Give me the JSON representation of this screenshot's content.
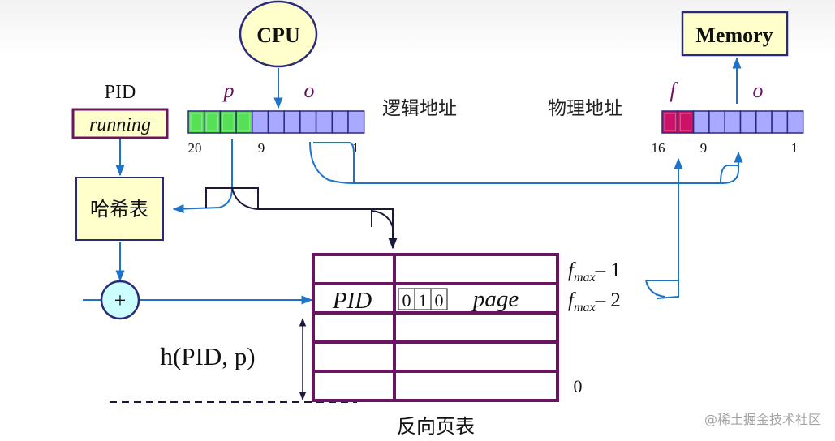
{
  "cpu": {
    "label": "CPU"
  },
  "memory": {
    "label": "Memory"
  },
  "pid_register": {
    "label": "PID",
    "value": "running"
  },
  "logical_address": {
    "title": "逻辑地址",
    "p_label": "p",
    "o_label": "o",
    "bit_left": "20",
    "bit_mid": "9",
    "bit_right": "1"
  },
  "physical_address": {
    "title": "物理地址",
    "f_label": "f",
    "o_label": "o",
    "bit_left": "16",
    "bit_mid": "9",
    "bit_right": "1"
  },
  "hash_table": {
    "label": "哈希表"
  },
  "adder": {
    "symbol": "+"
  },
  "hash_function": {
    "label": "h(PID, p)"
  },
  "inverted_page_table": {
    "caption": "反向页表",
    "entry_pid": "PID",
    "entry_bits": [
      "0",
      "1",
      "0"
    ],
    "entry_page": "page",
    "index_fmax_1": "– 1",
    "index_fmax_2": "– 2",
    "index_zero": "0",
    "fmax_base": "f",
    "fmax_sub": "max"
  },
  "watermark": "@稀土掘金技术社区",
  "colors": {
    "arrow": "#1f74c8",
    "table": "#6a1560",
    "register_fill": "#a9a9ff",
    "register_stroke": "#2a2a7a",
    "p_bits": "#55e055",
    "f_bits": "#cc1166",
    "cpu_fill": "#ffffcc",
    "hash_fill": "#ffffcc",
    "adder_fill": "#ccffff"
  }
}
